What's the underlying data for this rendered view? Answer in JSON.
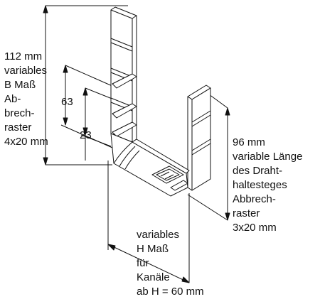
{
  "labels": {
    "left_block": [
      "112 mm",
      "variables",
      "B Maß",
      "Ab-",
      "brech-",
      "raster",
      "4x20 mm"
    ],
    "right_block": [
      "96 mm",
      "variable Länge",
      "des Draht-",
      "haltesteges",
      "Abbrech-",
      "raster",
      "3x20 mm"
    ],
    "bottom_block": [
      "variables",
      "H Maß",
      "für",
      "Kanäle",
      "ab H = 60 mm"
    ],
    "dim_63": "63",
    "dim_23": "23"
  },
  "colors": {
    "line": "#111111",
    "background": "#ffffff",
    "part_face": "#ffffff"
  }
}
